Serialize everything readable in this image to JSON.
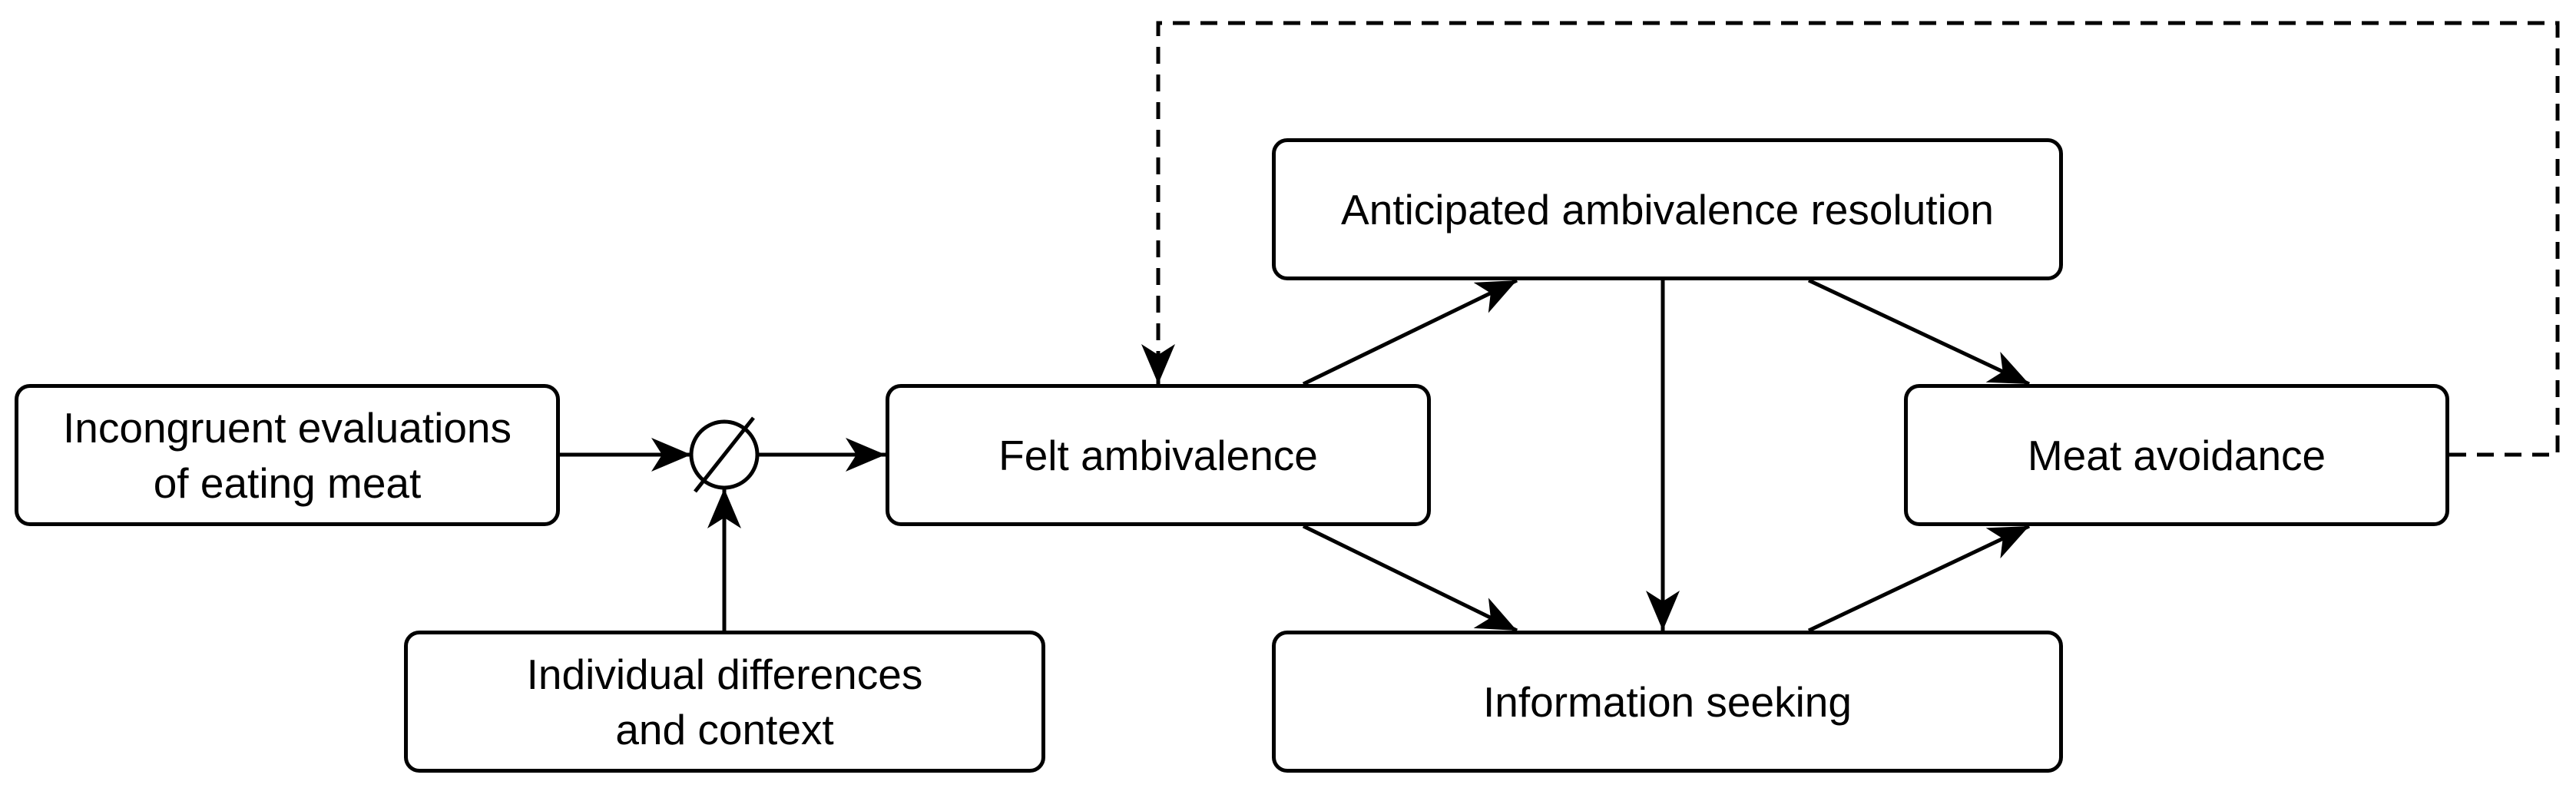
{
  "diagram": {
    "nodes": {
      "incongruent": {
        "line1": "Incongruent evaluations",
        "line2": "of eating meat"
      },
      "individual": {
        "line1": "Individual differences",
        "line2": "and context"
      },
      "felt": {
        "label": "Felt ambivalence"
      },
      "anticipated": {
        "label": "Anticipated ambivalence resolution"
      },
      "info": {
        "label": "Information seeking"
      },
      "meat": {
        "label": "Meat avoidance"
      }
    },
    "edges": [
      {
        "from": "incongruent",
        "to": "moderator",
        "style": "solid"
      },
      {
        "from": "individual",
        "to": "moderator",
        "style": "solid"
      },
      {
        "from": "moderator",
        "to": "felt",
        "style": "solid"
      },
      {
        "from": "felt",
        "to": "anticipated",
        "style": "solid"
      },
      {
        "from": "felt",
        "to": "info",
        "style": "solid"
      },
      {
        "from": "anticipated",
        "to": "info",
        "style": "solid"
      },
      {
        "from": "anticipated",
        "to": "meat",
        "style": "solid"
      },
      {
        "from": "info",
        "to": "meat",
        "style": "solid"
      },
      {
        "from": "meat",
        "to": "felt",
        "style": "dashed"
      }
    ],
    "colors": {
      "stroke": "#000000",
      "fill": "#ffffff"
    }
  }
}
